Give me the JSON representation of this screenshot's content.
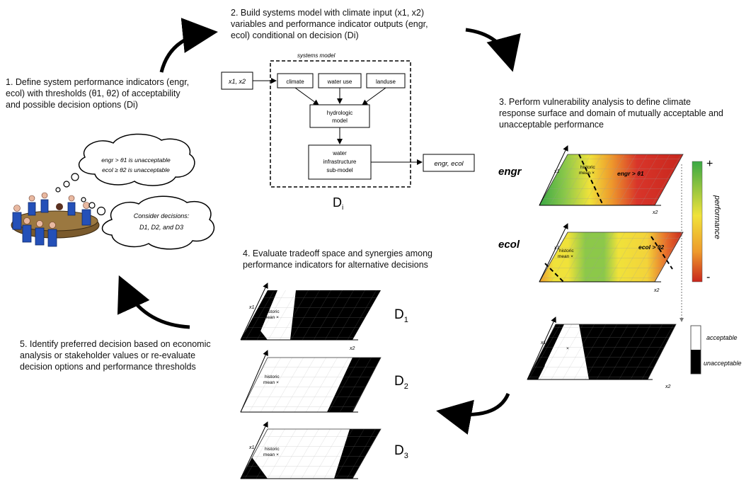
{
  "step1": {
    "text": "1. Define system performance indicators (engr, ecol) with thresholds (θ1, θ2) of acceptability and possible decision options (Di)",
    "cloud1_line1": "engr > θ1 is unacceptable",
    "cloud1_line2": "ecol ≥ θ2 is unacceptable",
    "cloud2_line1": "Consider decisions:",
    "cloud2_line2": "D1, D2, and D3"
  },
  "step2": {
    "text": "2. Build systems model with climate input (x1, x2) variables and performance indicator outputs (engr, ecol) conditional on decision (Di)",
    "model_caption": "systems model",
    "input_label": "x1, x2",
    "box_climate": "climate",
    "box_wateruse": "water use",
    "box_landuse": "landuse",
    "box_hydrologic_1": "hydrologic",
    "box_hydrologic_2": "model",
    "box_water_1": "water",
    "box_water_2": "infrastructure",
    "box_water_3": "sub-model",
    "output_label": "engr, ecol",
    "decision_label": "D",
    "decision_sub": "i"
  },
  "step3": {
    "text": "3. Perform vulnerability analysis to define climate response surface and domain of mutually acceptable and unacceptable performance",
    "engr_label": "engr",
    "ecol_label": "ecol",
    "engr_threshold": "engr > θ1",
    "ecol_threshold": "ecol > θ2",
    "historic_label": "historic",
    "mean_label": "mean ×",
    "axis_x1": "x1",
    "axis_x2": "x2",
    "scale_plus": "+",
    "scale_minus": "-",
    "scale_title": "performance",
    "legend_acceptable": "acceptable",
    "legend_unacceptable": "unacceptable"
  },
  "step4": {
    "text": "4. Evaluate tradeoff space and synergies among performance indicators for alternative decisions",
    "d1": "D",
    "d1_sub": "1",
    "d2": "D",
    "d2_sub": "2",
    "d3": "D",
    "d3_sub": "3"
  },
  "step5": {
    "text": "5. Identify preferred decision based on economic analysis or stakeholder values or re-evaluate decision options and performance thresholds"
  },
  "colors": {
    "good": "#3aa845",
    "mid": "#f0e23a",
    "bad": "#d42a20",
    "unacceptable": "#000000"
  }
}
